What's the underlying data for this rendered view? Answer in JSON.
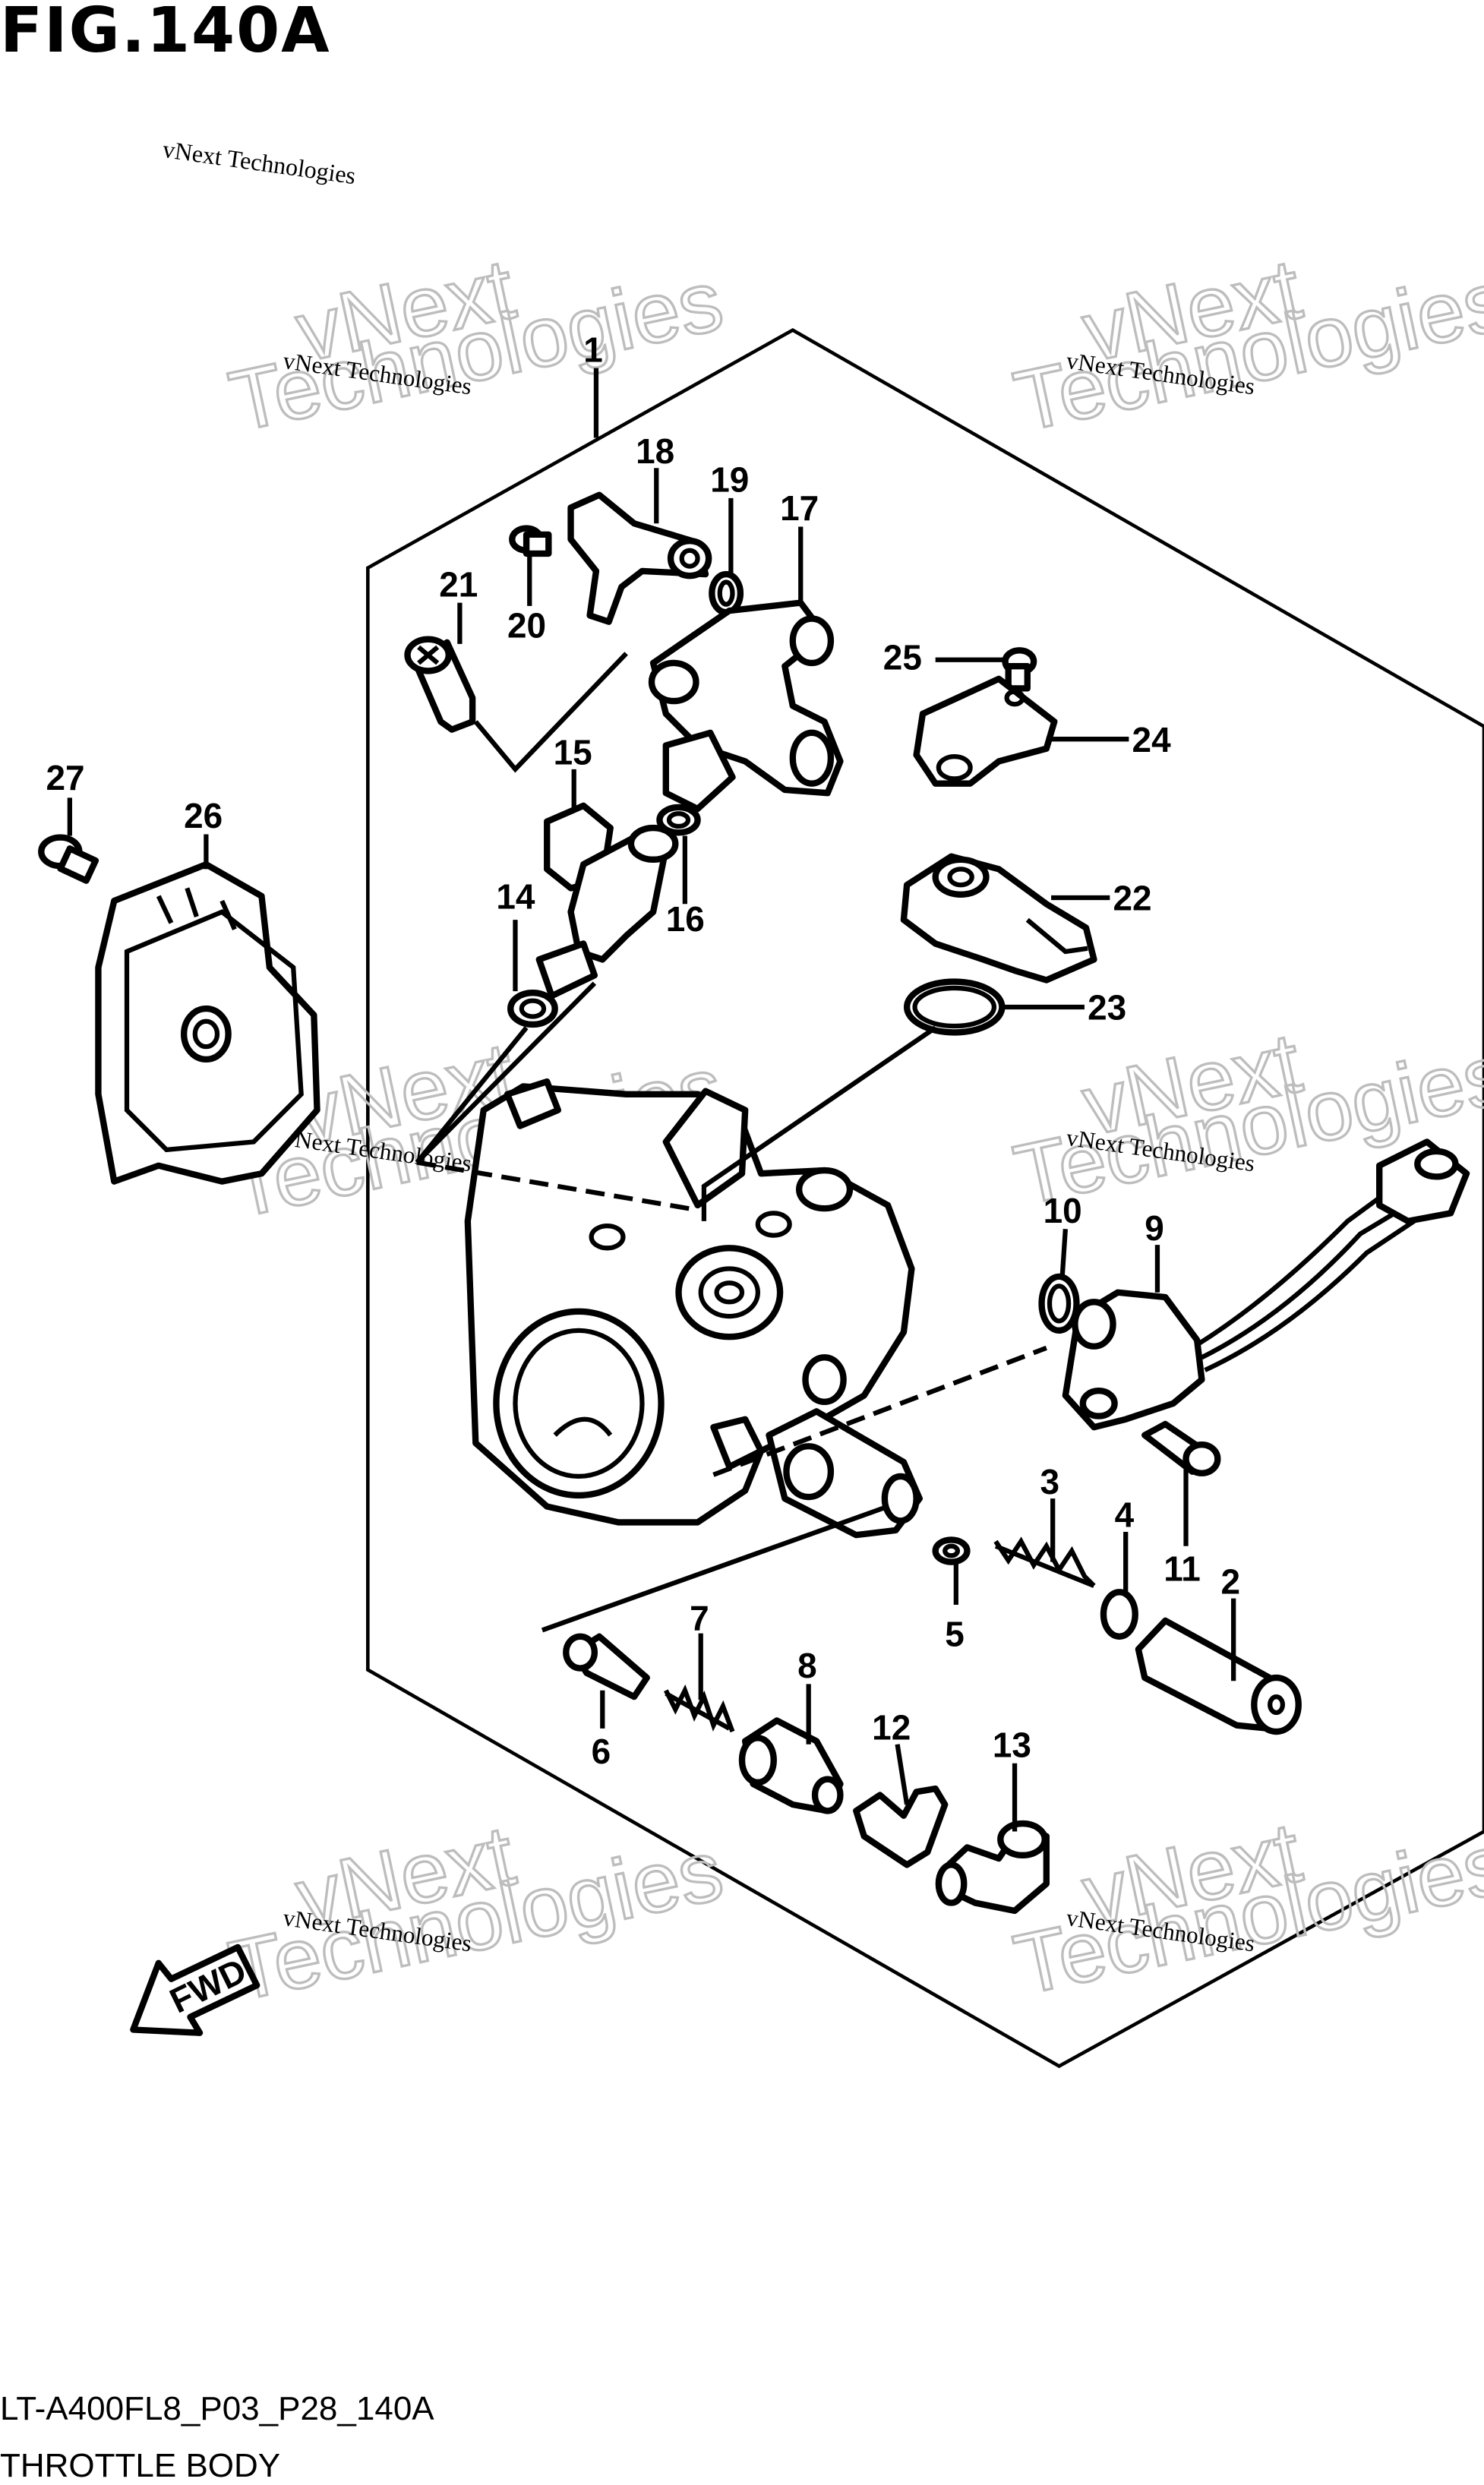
{
  "figure": {
    "title": "FIG.140A",
    "code": "LT-A400FL8_P03_P28_140A",
    "name": "THROTTLE BODY",
    "fwd_label": "FWD"
  },
  "watermark": {
    "small": "vNext Technologies",
    "big_top": "vNext",
    "big_bottom": "Technologies"
  },
  "callouts": [
    "1",
    "2",
    "3",
    "4",
    "5",
    "6",
    "7",
    "8",
    "9",
    "10",
    "11",
    "12",
    "13",
    "14",
    "15",
    "16",
    "17",
    "18",
    "19",
    "20",
    "21",
    "22",
    "23",
    "24",
    "25",
    "26",
    "27"
  ]
}
